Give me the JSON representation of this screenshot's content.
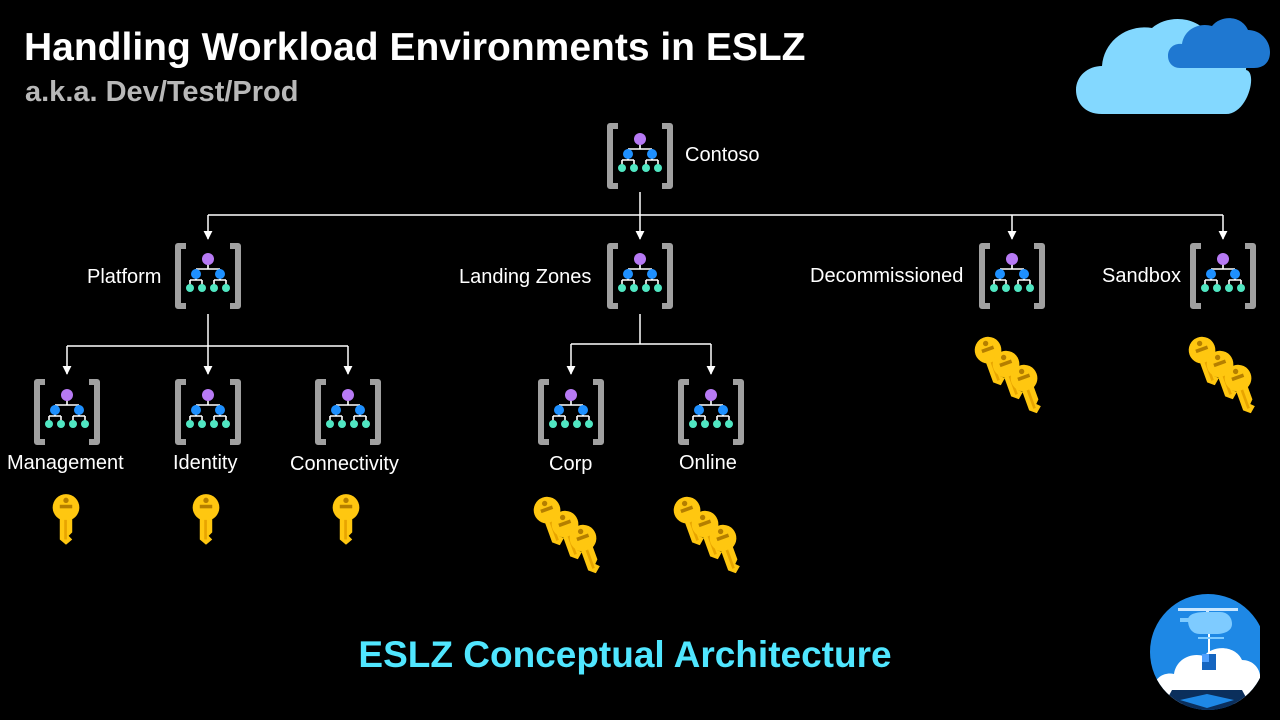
{
  "title": "Handling Workload Environments in ESLZ",
  "subtitle": "a.k.a. Dev/Test/Prod",
  "footer": "ESLZ Conceptual Architecture",
  "icons": {
    "management_group": "management-group-icon",
    "subscription": "subscription-key-icon",
    "decoration_top": "cloud-icon",
    "decoration_bottom": "helicopter-cloud-icon"
  },
  "colors": {
    "footer": "#50e6ff",
    "key": "#ffc710",
    "bracket": "#a0a0a0",
    "hierarchy_top": "#b77af4",
    "hierarchy_mid": "#1e90ff",
    "hierarchy_bottom": "#50e6c2"
  },
  "nodes": {
    "root": {
      "label": "Contoso"
    },
    "platform": {
      "label": "Platform"
    },
    "landing_zones": {
      "label": "Landing Zones"
    },
    "decommissioned": {
      "label": "Decommissioned"
    },
    "sandbox": {
      "label": "Sandbox"
    },
    "management": {
      "label": "Management"
    },
    "identity": {
      "label": "Identity"
    },
    "connectivity": {
      "label": "Connectivity"
    },
    "corp": {
      "label": "Corp"
    },
    "online": {
      "label": "Online"
    }
  }
}
